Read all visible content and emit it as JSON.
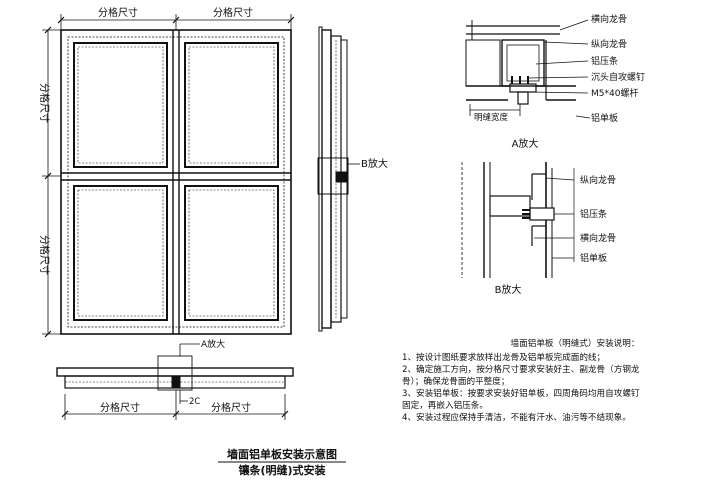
{
  "labels": {
    "grid_size": "分格尺寸",
    "b_enlarge": "B放大",
    "a_enlarge": "A放大",
    "gap_2c": "2C",
    "horizontal_keel": "横向龙骨",
    "vertical_keel": "纵向龙骨",
    "aluminum_strip": "铝压条",
    "self_tapping_screw": "沉头自攻螺钉",
    "m5_bolt": "M5*40螺杆",
    "aluminum_panel": "铝单板",
    "gap_width": "明缝宽度"
  },
  "captions": {
    "main_title": "墙面铝单板安装示意图",
    "main_subtitle": "镶条(明缝)式安装",
    "detail_a": "A放大",
    "detail_b": "B放大"
  },
  "notes": {
    "title": "墙面铝单板（明缝式）安装说明：",
    "items": [
      "1、按设计图纸要求放样出龙骨及铝单板完成面的线；",
      "2、确定施工方向，按分格尺寸要求安装好主、副龙骨（方钢龙",
      "   骨）；确保龙骨面的平整度；",
      "3、安装铝单板：按要求安装好铝单板，四周角码均用自攻螺钉",
      "   固定，再嵌入铝压条。",
      "4、安装过程应保持手清洁，不能有汗水、油污等不结现象。"
    ]
  }
}
